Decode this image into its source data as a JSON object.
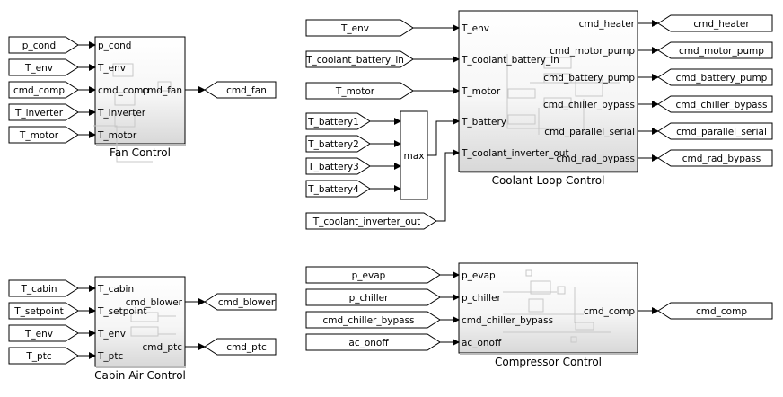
{
  "blocks": [
    {
      "name": "Fan Control",
      "inputs": [
        "p_cond",
        "T_env",
        "cmd_comp",
        "T_inverter",
        "T_motor"
      ],
      "outputs": [
        "cmd_fan"
      ],
      "from_tags": [
        "p_cond",
        "T_env",
        "cmd_comp",
        "T_inverter",
        "T_motor"
      ],
      "goto_tags": [
        "cmd_fan"
      ]
    },
    {
      "name": "Coolant Loop Control",
      "inputs": [
        "T_env",
        "T_coolant_battery_in",
        "T_motor",
        "T_battery",
        "T_coolant_inverter_out"
      ],
      "outputs": [
        "cmd_heater",
        "cmd_motor_pump",
        "cmd_battery_pump",
        "cmd_chiller_bypass",
        "cmd_parallel_serial",
        "cmd_rad_bypass"
      ],
      "from_tags": [
        "T_env",
        "T_coolant_battery_in",
        "T_motor"
      ],
      "goto_tags": [
        "cmd_heater",
        "cmd_motor_pump",
        "cmd_battery_pump",
        "cmd_chiller_bypass",
        "cmd_parallel_serial",
        "cmd_rad_bypass"
      ]
    },
    {
      "name": "Cabin Air Control",
      "inputs": [
        "T_cabin",
        "T_setpoint",
        "T_env",
        "T_ptc"
      ],
      "outputs": [
        "cmd_blower",
        "cmd_ptc"
      ],
      "from_tags": [
        "T_cabin",
        "T_setpoint",
        "T_env",
        "T_ptc"
      ],
      "goto_tags": [
        "cmd_blower",
        "cmd_ptc"
      ]
    },
    {
      "name": "Compressor Control",
      "inputs": [
        "p_evap",
        "p_chiller",
        "cmd_chiller_bypass",
        "ac_onoff"
      ],
      "outputs": [
        "cmd_comp"
      ],
      "from_tags": [
        "p_evap",
        "p_chiller",
        "cmd_chiller_bypass",
        "ac_onoff"
      ],
      "goto_tags": [
        "cmd_comp"
      ]
    }
  ],
  "max_block": {
    "label": "max",
    "from_tags": [
      "T_battery1",
      "T_battery2",
      "T_battery3",
      "T_battery4"
    ]
  },
  "extra_from_tag": "T_coolant_inverter_out"
}
